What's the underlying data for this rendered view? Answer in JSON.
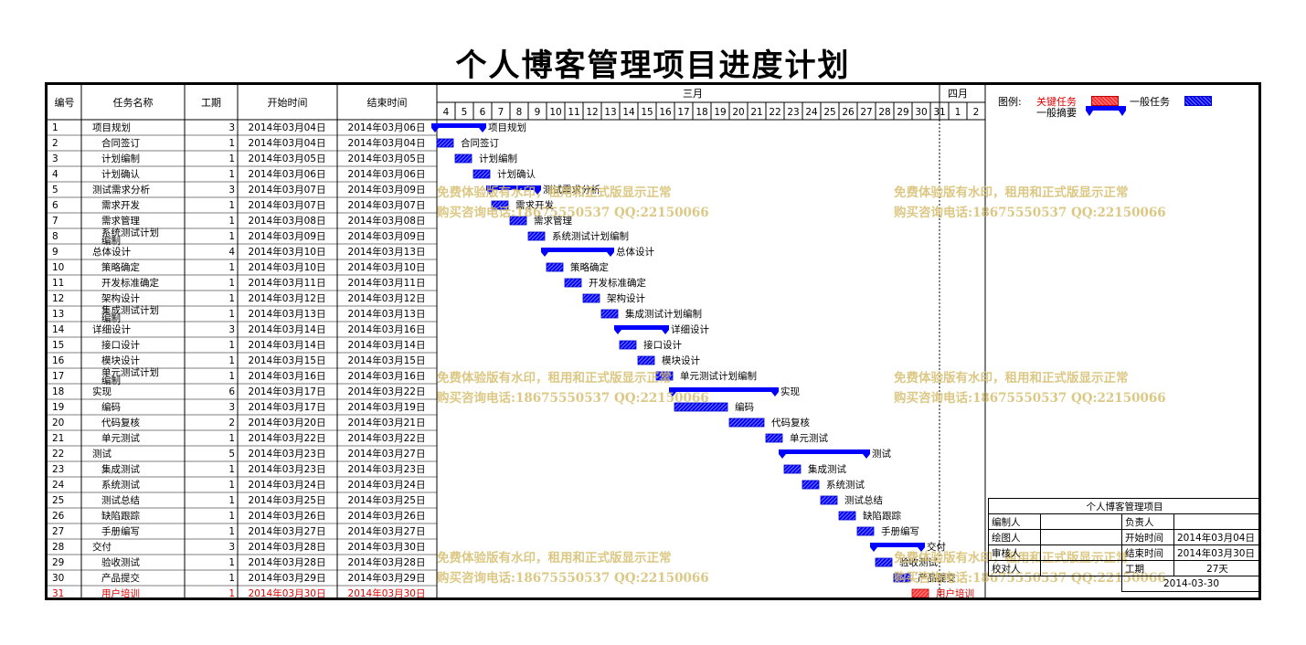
{
  "title": "个人博客管理项目进度计划",
  "headers": {
    "id": "编号",
    "name": "任务名称",
    "duration": "工期",
    "start": "开始时间",
    "end": "结束时间"
  },
  "months": {
    "march": "三月",
    "april": "四月"
  },
  "days": [
    "4",
    "5",
    "6",
    "7",
    "8",
    "9",
    "10",
    "11",
    "12",
    "13",
    "14",
    "15",
    "16",
    "17",
    "18",
    "19",
    "20",
    "21",
    "22",
    "23",
    "24",
    "25",
    "26",
    "27",
    "28",
    "29",
    "30",
    "31",
    "1",
    "2"
  ],
  "tasks": [
    {
      "id": "1",
      "name": "项目规划",
      "dur": "3",
      "start": "2014年03月04日",
      "end": "2014年03月06日",
      "s": 0,
      "d": 3,
      "type": "summary",
      "indent": 0
    },
    {
      "id": "2",
      "name": "合同签订",
      "dur": "1",
      "start": "2014年03月04日",
      "end": "2014年03月04日",
      "s": 0,
      "d": 1,
      "type": "task",
      "indent": 1
    },
    {
      "id": "3",
      "name": "计划编制",
      "dur": "1",
      "start": "2014年03月05日",
      "end": "2014年03月05日",
      "s": 1,
      "d": 1,
      "type": "task",
      "indent": 1
    },
    {
      "id": "4",
      "name": "计划确认",
      "dur": "1",
      "start": "2014年03月06日",
      "end": "2014年03月06日",
      "s": 2,
      "d": 1,
      "type": "task",
      "indent": 1
    },
    {
      "id": "5",
      "name": "测试需求分析",
      "dur": "3",
      "start": "2014年03月07日",
      "end": "2014年03月09日",
      "s": 3,
      "d": 3,
      "type": "summary",
      "indent": 0
    },
    {
      "id": "6",
      "name": "需求开发",
      "dur": "1",
      "start": "2014年03月07日",
      "end": "2014年03月07日",
      "s": 3,
      "d": 1,
      "type": "task",
      "indent": 1
    },
    {
      "id": "7",
      "name": "需求管理",
      "dur": "1",
      "start": "2014年03月08日",
      "end": "2014年03月08日",
      "s": 4,
      "d": 1,
      "type": "task",
      "indent": 1
    },
    {
      "id": "8",
      "name": "系统测试计划编制",
      "dur": "1",
      "start": "2014年03月09日",
      "end": "2014年03月09日",
      "s": 5,
      "d": 1,
      "type": "task",
      "indent": 1
    },
    {
      "id": "9",
      "name": "总体设计",
      "dur": "4",
      "start": "2014年03月10日",
      "end": "2014年03月13日",
      "s": 6,
      "d": 4,
      "type": "summary",
      "indent": 0
    },
    {
      "id": "10",
      "name": "策略确定",
      "dur": "1",
      "start": "2014年03月10日",
      "end": "2014年03月10日",
      "s": 6,
      "d": 1,
      "type": "task",
      "indent": 1
    },
    {
      "id": "11",
      "name": "开发标准确定",
      "dur": "1",
      "start": "2014年03月11日",
      "end": "2014年03月11日",
      "s": 7,
      "d": 1,
      "type": "task",
      "indent": 1
    },
    {
      "id": "12",
      "name": "架构设计",
      "dur": "1",
      "start": "2014年03月12日",
      "end": "2014年03月12日",
      "s": 8,
      "d": 1,
      "type": "task",
      "indent": 1
    },
    {
      "id": "13",
      "name": "集成测试计划编制",
      "dur": "1",
      "start": "2014年03月13日",
      "end": "2014年03月13日",
      "s": 9,
      "d": 1,
      "type": "task",
      "indent": 1
    },
    {
      "id": "14",
      "name": "详细设计",
      "dur": "3",
      "start": "2014年03月14日",
      "end": "2014年03月16日",
      "s": 10,
      "d": 3,
      "type": "summary",
      "indent": 0
    },
    {
      "id": "15",
      "name": "接口设计",
      "dur": "1",
      "start": "2014年03月14日",
      "end": "2014年03月14日",
      "s": 10,
      "d": 1,
      "type": "task",
      "indent": 1
    },
    {
      "id": "16",
      "name": "模块设计",
      "dur": "1",
      "start": "2014年03月15日",
      "end": "2014年03月15日",
      "s": 11,
      "d": 1,
      "type": "task",
      "indent": 1
    },
    {
      "id": "17",
      "name": "单元测试计划编制",
      "dur": "1",
      "start": "2014年03月16日",
      "end": "2014年03月16日",
      "s": 12,
      "d": 1,
      "type": "task",
      "indent": 1
    },
    {
      "id": "18",
      "name": "实现",
      "dur": "6",
      "start": "2014年03月17日",
      "end": "2014年03月22日",
      "s": 13,
      "d": 6,
      "type": "summary",
      "indent": 0
    },
    {
      "id": "19",
      "name": "编码",
      "dur": "3",
      "start": "2014年03月17日",
      "end": "2014年03月19日",
      "s": 13,
      "d": 3,
      "type": "task",
      "indent": 1
    },
    {
      "id": "20",
      "name": "代码复核",
      "dur": "2",
      "start": "2014年03月20日",
      "end": "2014年03月21日",
      "s": 16,
      "d": 2,
      "type": "task",
      "indent": 1
    },
    {
      "id": "21",
      "name": "单元测试",
      "dur": "1",
      "start": "2014年03月22日",
      "end": "2014年03月22日",
      "s": 18,
      "d": 1,
      "type": "task",
      "indent": 1
    },
    {
      "id": "22",
      "name": "测试",
      "dur": "5",
      "start": "2014年03月23日",
      "end": "2014年03月27日",
      "s": 19,
      "d": 5,
      "type": "summary",
      "indent": 0
    },
    {
      "id": "23",
      "name": "集成测试",
      "dur": "1",
      "start": "2014年03月23日",
      "end": "2014年03月23日",
      "s": 19,
      "d": 1,
      "type": "task",
      "indent": 1
    },
    {
      "id": "24",
      "name": "系统测试",
      "dur": "1",
      "start": "2014年03月24日",
      "end": "2014年03月24日",
      "s": 20,
      "d": 1,
      "type": "task",
      "indent": 1
    },
    {
      "id": "25",
      "name": "测试总结",
      "dur": "1",
      "start": "2014年03月25日",
      "end": "2014年03月25日",
      "s": 21,
      "d": 1,
      "type": "task",
      "indent": 1
    },
    {
      "id": "26",
      "name": "缺陷跟踪",
      "dur": "1",
      "start": "2014年03月26日",
      "end": "2014年03月26日",
      "s": 22,
      "d": 1,
      "type": "task",
      "indent": 1
    },
    {
      "id": "27",
      "name": "手册编写",
      "dur": "1",
      "start": "2014年03月27日",
      "end": "2014年03月27日",
      "s": 23,
      "d": 1,
      "type": "task",
      "indent": 1
    },
    {
      "id": "28",
      "name": "交付",
      "dur": "3",
      "start": "2014年03月28日",
      "end": "2014年03月30日",
      "s": 24,
      "d": 3,
      "type": "summary",
      "indent": 0
    },
    {
      "id": "29",
      "name": "验收测试",
      "dur": "1",
      "start": "2014年03月28日",
      "end": "2014年03月28日",
      "s": 24,
      "d": 1,
      "type": "task",
      "indent": 1
    },
    {
      "id": "30",
      "name": "产品提交",
      "dur": "1",
      "start": "2014年03月29日",
      "end": "2014年03月29日",
      "s": 25,
      "d": 1,
      "type": "task",
      "indent": 1
    },
    {
      "id": "31",
      "name": "用户培训",
      "dur": "1",
      "start": "2014年03月30日",
      "end": "2014年03月30日",
      "s": 26,
      "d": 1,
      "type": "critical",
      "indent": 1
    }
  ],
  "legend": {
    "label": "图例:",
    "critical": "关键任务",
    "normal": "一般任务",
    "summary": "一般摘要"
  },
  "watermark": {
    "line1": "免费体验版有水印，租用和正式版显示正常",
    "line2": "购买咨询电话:18675550537 QQ:22150066"
  },
  "info": {
    "title": "个人博客管理项目",
    "rows": [
      {
        "l": "编制人",
        "v": "",
        "l2": "负责人",
        "v2": ""
      },
      {
        "l": "绘图人",
        "v": "",
        "l2": "开始时间",
        "v2": "2014年03月04日"
      },
      {
        "l": "审核人",
        "v": "",
        "l2": "结束时间",
        "v2": "2014年03月30日"
      },
      {
        "l": "校对人",
        "v": "",
        "l2": "工期",
        "v2": "27天"
      }
    ],
    "date": "2014-03-30"
  },
  "colors": {
    "bar": "#0000ff",
    "critical": "#ff3030",
    "watermark": "#d6be6e"
  }
}
